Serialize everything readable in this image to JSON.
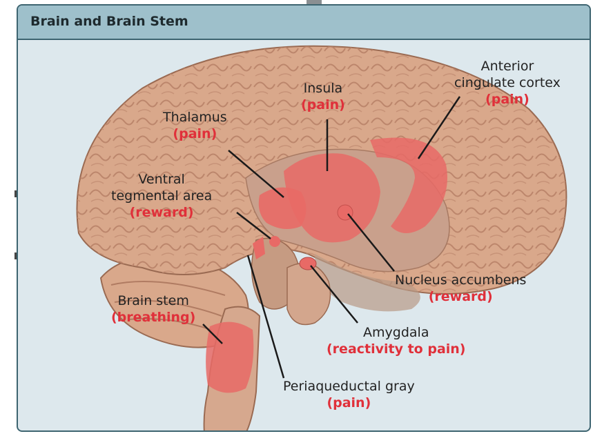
{
  "panel": {
    "title": "Brain and Brain Stem"
  },
  "labels": {
    "thalamus": {
      "name": "Thalamus",
      "function": "(pain)"
    },
    "insula": {
      "name": "Insula",
      "function": "(pain)"
    },
    "acc": {
      "name_line1": "Anterior",
      "name_line2": "cingulate cortex",
      "function": "(pain)"
    },
    "vta": {
      "name_line1": "Ventral",
      "name_line2": "tegmental area",
      "function": "(reward)"
    },
    "brainstem": {
      "name": "Brain stem",
      "function": "(breathing)"
    },
    "nac": {
      "name": "Nucleus accumbens",
      "function": "(reward)"
    },
    "amygdala": {
      "name": "Amygdala",
      "function": "(reactivity to pain)"
    },
    "pag": {
      "name": "Periaqueductal gray",
      "function": "(pain)"
    }
  },
  "colors": {
    "header": "#9ec0cb",
    "panel_bg": "#dde8ed",
    "brain": "#d9a88b",
    "brain_shadow": "#b07b62",
    "highlight": "#e86a66",
    "function_text": "#e0303a"
  }
}
